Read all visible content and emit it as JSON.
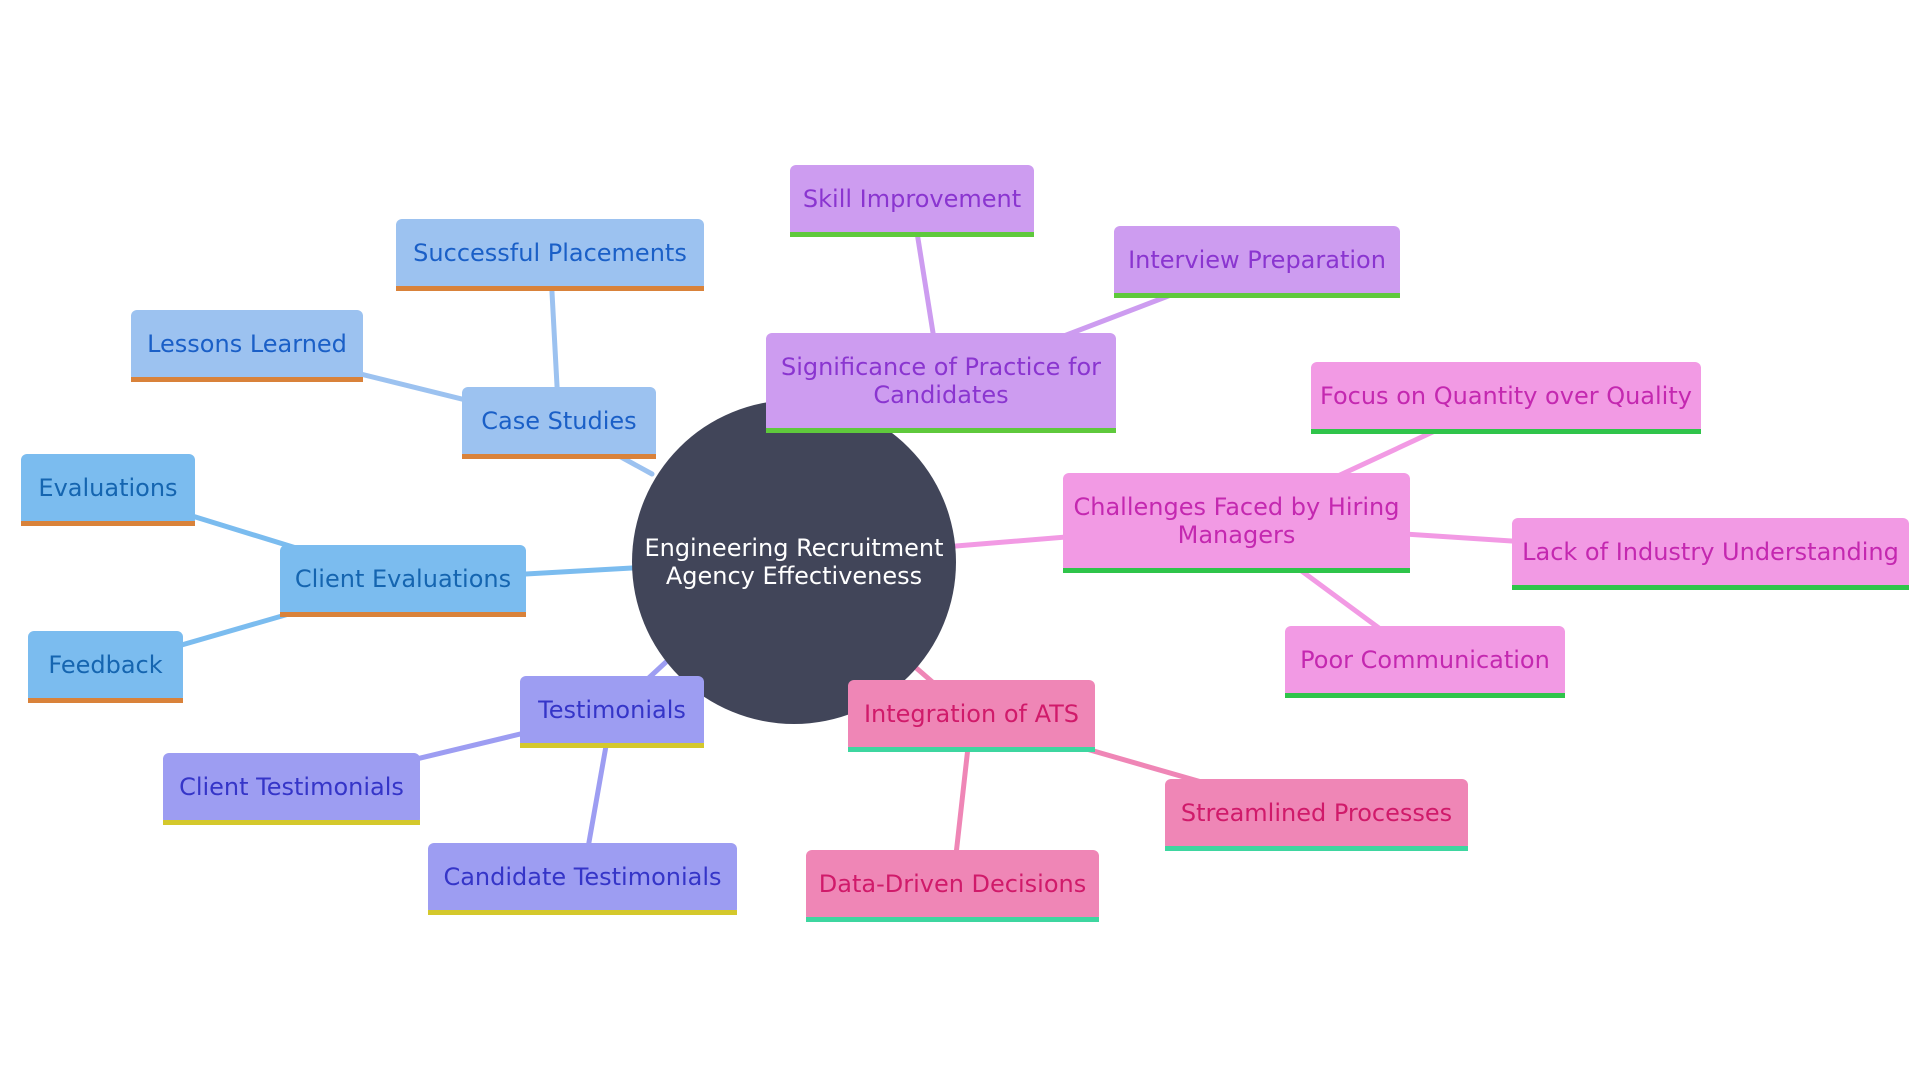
{
  "root": {
    "lines": [
      "Engineering Recruitment",
      "Agency Effectiveness"
    ],
    "fill": "#414559",
    "text_color": "#ffffff"
  },
  "branches": [
    {
      "id": "case-studies",
      "lines": [
        "Case Studies"
      ],
      "fill": "#9cc2f0",
      "text_color": "#1a5fc7",
      "edge_color": "#9cc2f0",
      "underline": "#d9823a",
      "children": [
        {
          "id": "successful-placements",
          "lines": [
            "Successful Placements"
          ]
        },
        {
          "id": "lessons-learned",
          "lines": [
            "Lessons Learned"
          ]
        }
      ]
    },
    {
      "id": "client-evaluations",
      "lines": [
        "Client Evaluations"
      ],
      "fill": "#7bbcef",
      "text_color": "#1565b0",
      "edge_color": "#7bbcef",
      "underline": "#d9823a",
      "children": [
        {
          "id": "evaluations",
          "lines": [
            "Evaluations"
          ]
        },
        {
          "id": "feedback",
          "lines": [
            "Feedback"
          ]
        }
      ]
    },
    {
      "id": "testimonials",
      "lines": [
        "Testimonials"
      ],
      "fill": "#9d9df2",
      "text_color": "#3535c8",
      "edge_color": "#9d9df2",
      "underline": "#d4c82c",
      "children": [
        {
          "id": "client-testimonials",
          "lines": [
            "Client Testimonials"
          ]
        },
        {
          "id": "candidate-testimonials",
          "lines": [
            "Candidate Testimonials"
          ]
        }
      ]
    },
    {
      "id": "significance-of-practice",
      "lines": [
        "Significance of Practice for",
        "Candidates"
      ],
      "fill": "#cd9cf0",
      "text_color": "#8a35d0",
      "edge_color": "#cd9cf0",
      "underline": "#5fc93c",
      "children": [
        {
          "id": "skill-improvement",
          "lines": [
            "Skill Improvement"
          ]
        },
        {
          "id": "interview-preparation",
          "lines": [
            "Interview Preparation"
          ]
        }
      ]
    },
    {
      "id": "challenges-hiring-managers",
      "lines": [
        "Challenges Faced by Hiring",
        "Managers"
      ],
      "fill": "#f29ae4",
      "text_color": "#c428b0",
      "edge_color": "#f29ae4",
      "underline": "#2fc44a",
      "children": [
        {
          "id": "quantity-over-quality",
          "lines": [
            "Focus on Quantity over Quality"
          ]
        },
        {
          "id": "lack-of-industry-understanding",
          "lines": [
            "Lack of Industry Understanding"
          ]
        },
        {
          "id": "poor-communication",
          "lines": [
            "Poor Communication"
          ]
        }
      ]
    },
    {
      "id": "integration-of-ats",
      "lines": [
        "Integration of ATS"
      ],
      "fill": "#ef86b6",
      "text_color": "#d01a6a",
      "edge_color": "#ef86b6",
      "underline": "#3ed6a0",
      "children": [
        {
          "id": "streamlined-processes",
          "lines": [
            "Streamlined Processes"
          ]
        },
        {
          "id": "data-driven-decisions",
          "lines": [
            "Data-Driven Decisions"
          ]
        }
      ]
    }
  ]
}
